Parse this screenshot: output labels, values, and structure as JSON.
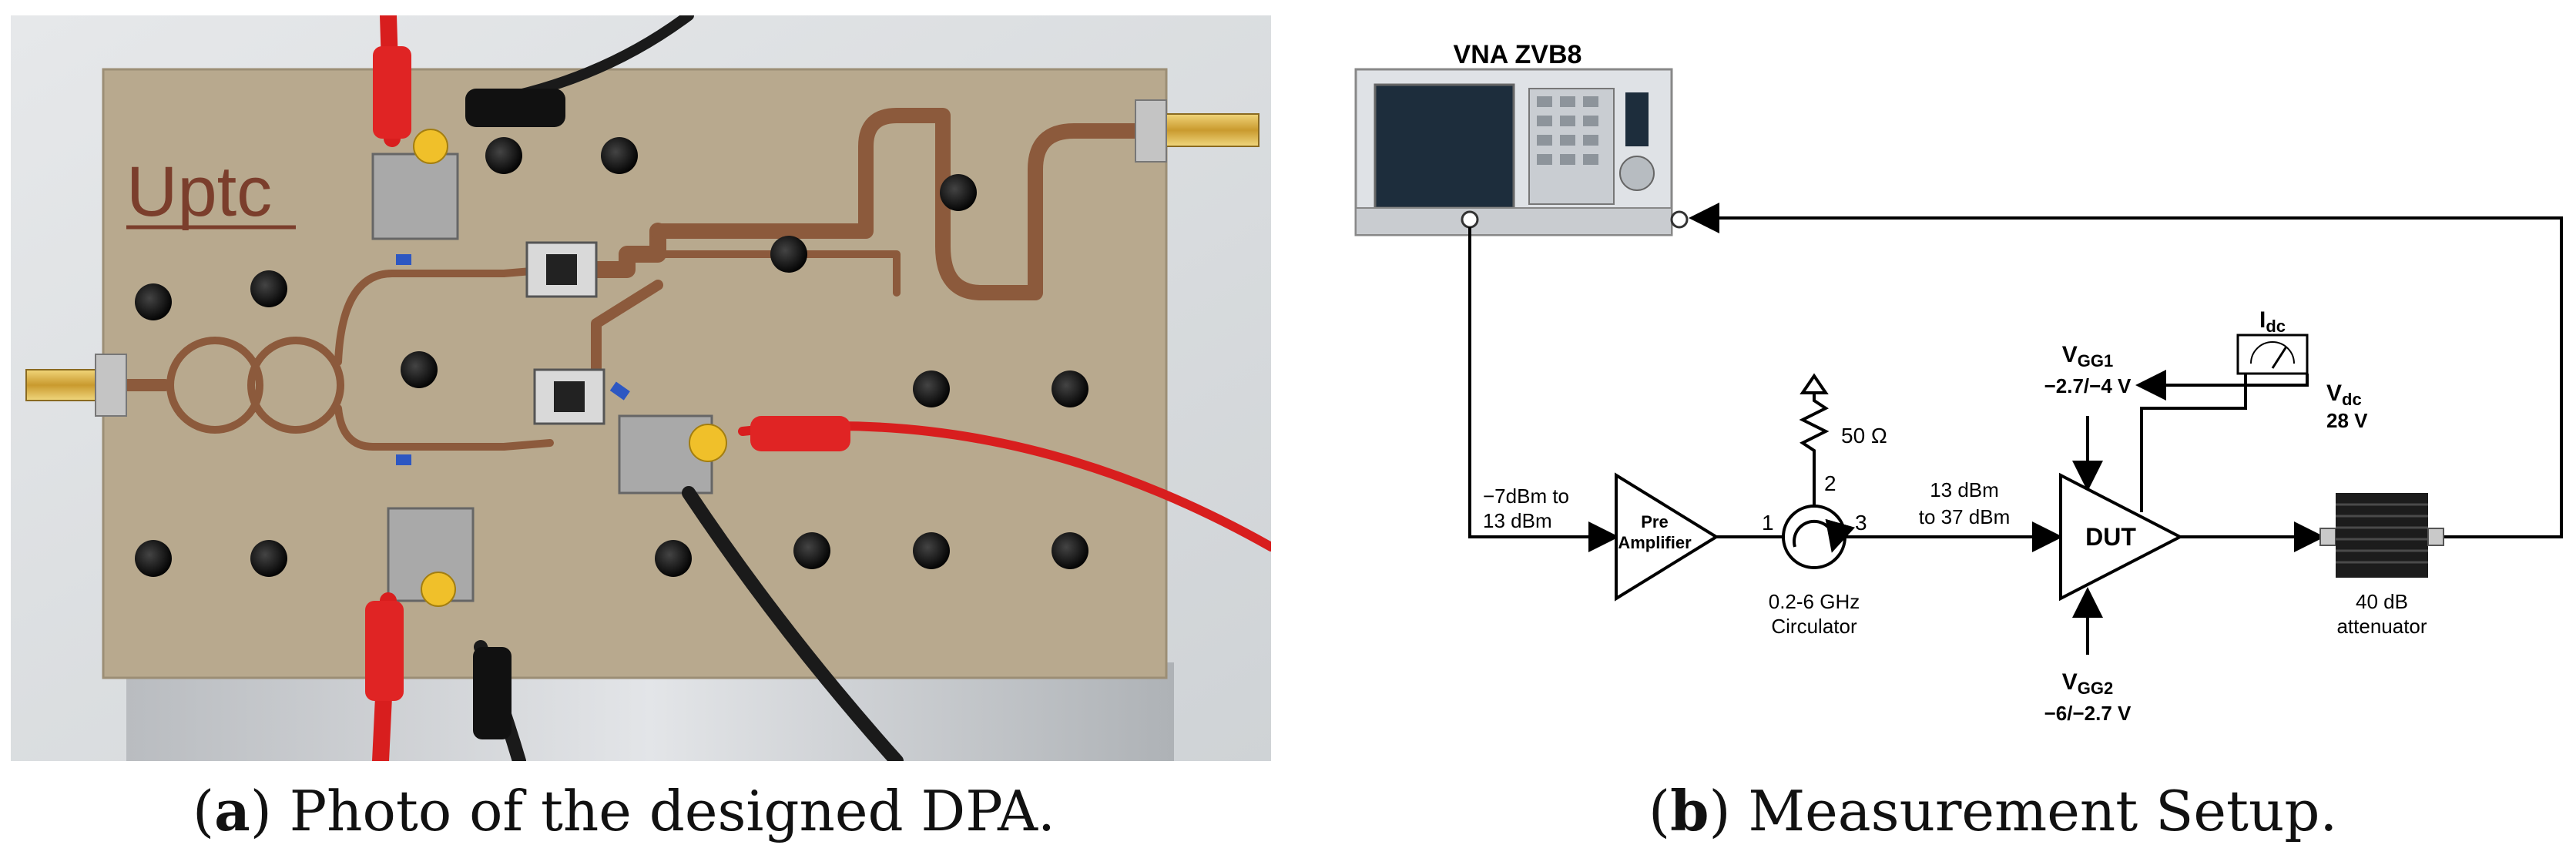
{
  "photo": {
    "board_logo": "Uptc"
  },
  "captions": {
    "a_letter": "a",
    "a_text": " Photo of the designed DPA.",
    "b_letter": "b",
    "b_text": " Measurement Setup."
  },
  "setup": {
    "vna_label": "VNA ZVB8",
    "input_power_line1": "−7dBm to",
    "input_power_line2": "13 dBm",
    "preamp_line1": "Pre",
    "preamp_line2": "Amplifier",
    "port1": "1",
    "port2": "2",
    "port3": "3",
    "load_label": "50 Ω",
    "circulator_line1": "0.2-6 GHz",
    "circulator_line2": "Circulator",
    "output_power_line1": "13 dBm",
    "output_power_line2": "to 37 dBm",
    "dut_label": "DUT",
    "vgg1_main": "V",
    "vgg1_sub": "GG1",
    "vgg1_value": "−2.7/−4 V",
    "vgg2_main": "V",
    "vgg2_sub": "GG2",
    "vgg2_value": "−6/−2.7 V",
    "idc_main": "I",
    "idc_sub": "dc",
    "vdc_main": "V",
    "vdc_sub": "dc",
    "vdc_value": "28 V",
    "attenuator_line1": "40 dB",
    "attenuator_line2": "attenuator"
  },
  "colors": {
    "board": "#b8a98e",
    "copper": "#8c5a3c",
    "cable_red": "#d81e1e",
    "cable_black": "#1a1a1a",
    "line": "#000000"
  }
}
